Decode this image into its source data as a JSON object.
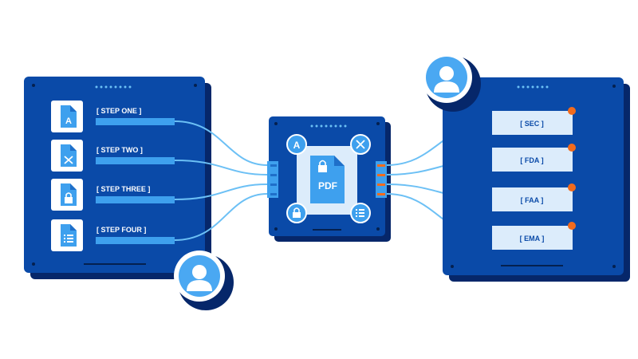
{
  "left_panel": {
    "steps": [
      {
        "label": "[ STEP ONE ]",
        "icon": "document-font-icon"
      },
      {
        "label": "[ STEP TWO ]",
        "icon": "document-x-icon"
      },
      {
        "label": "[ STEP THREE ]",
        "icon": "document-lock-icon"
      },
      {
        "label": "[ STEP FOUR ]",
        "icon": "document-list-icon"
      }
    ]
  },
  "center_chip": {
    "document_label": "PDF",
    "corner_icons": [
      "font-icon",
      "close-icon",
      "lock-icon",
      "list-icon"
    ]
  },
  "right_panel": {
    "agencies": [
      "[ SEC ]",
      "[ FDA ]",
      "[ FAA ]",
      "[ EMA ]"
    ]
  },
  "colors": {
    "panel": "#0a4aa8",
    "panel_shadow": "#06276a",
    "bar": "#3ea0ee",
    "connector": "#6cc0f5",
    "label_box": "#dcecfb",
    "notification": "#f26b1d",
    "avatar": "#4aa8f2"
  }
}
